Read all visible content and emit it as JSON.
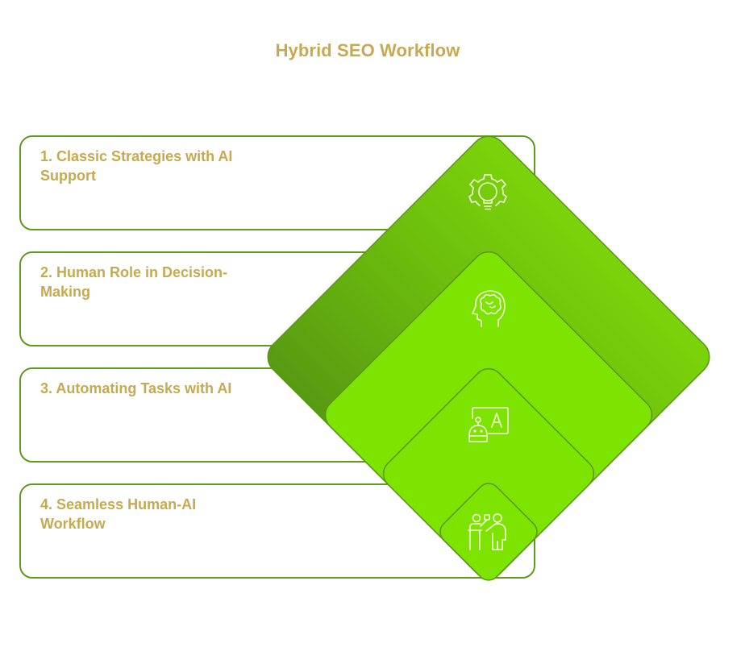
{
  "title": "Hybrid SEO Workflow",
  "colors": {
    "title": "#c7a94f",
    "label": "#c7a94f",
    "border": "#5f9a1e",
    "diamond_outer_top": "#7bd40a",
    "diamond_outer_bottom": "#5c9e12",
    "diamond_inner": "#7de300",
    "icon_stroke": "#f4ffe0"
  },
  "steps": [
    {
      "number": 1,
      "label": "1. Classic Strategies with AI Support",
      "icon": "gear-lightbulb-icon"
    },
    {
      "number": 2,
      "label": "2. Human Role in Decision-Making",
      "icon": "head-brain-icon"
    },
    {
      "number": 3,
      "label": "3. Automating Tasks with AI",
      "icon": "robot-board-icon"
    },
    {
      "number": 4,
      "label": "4. Seamless Human-AI Workflow",
      "icon": "people-presentation-icon"
    }
  ]
}
